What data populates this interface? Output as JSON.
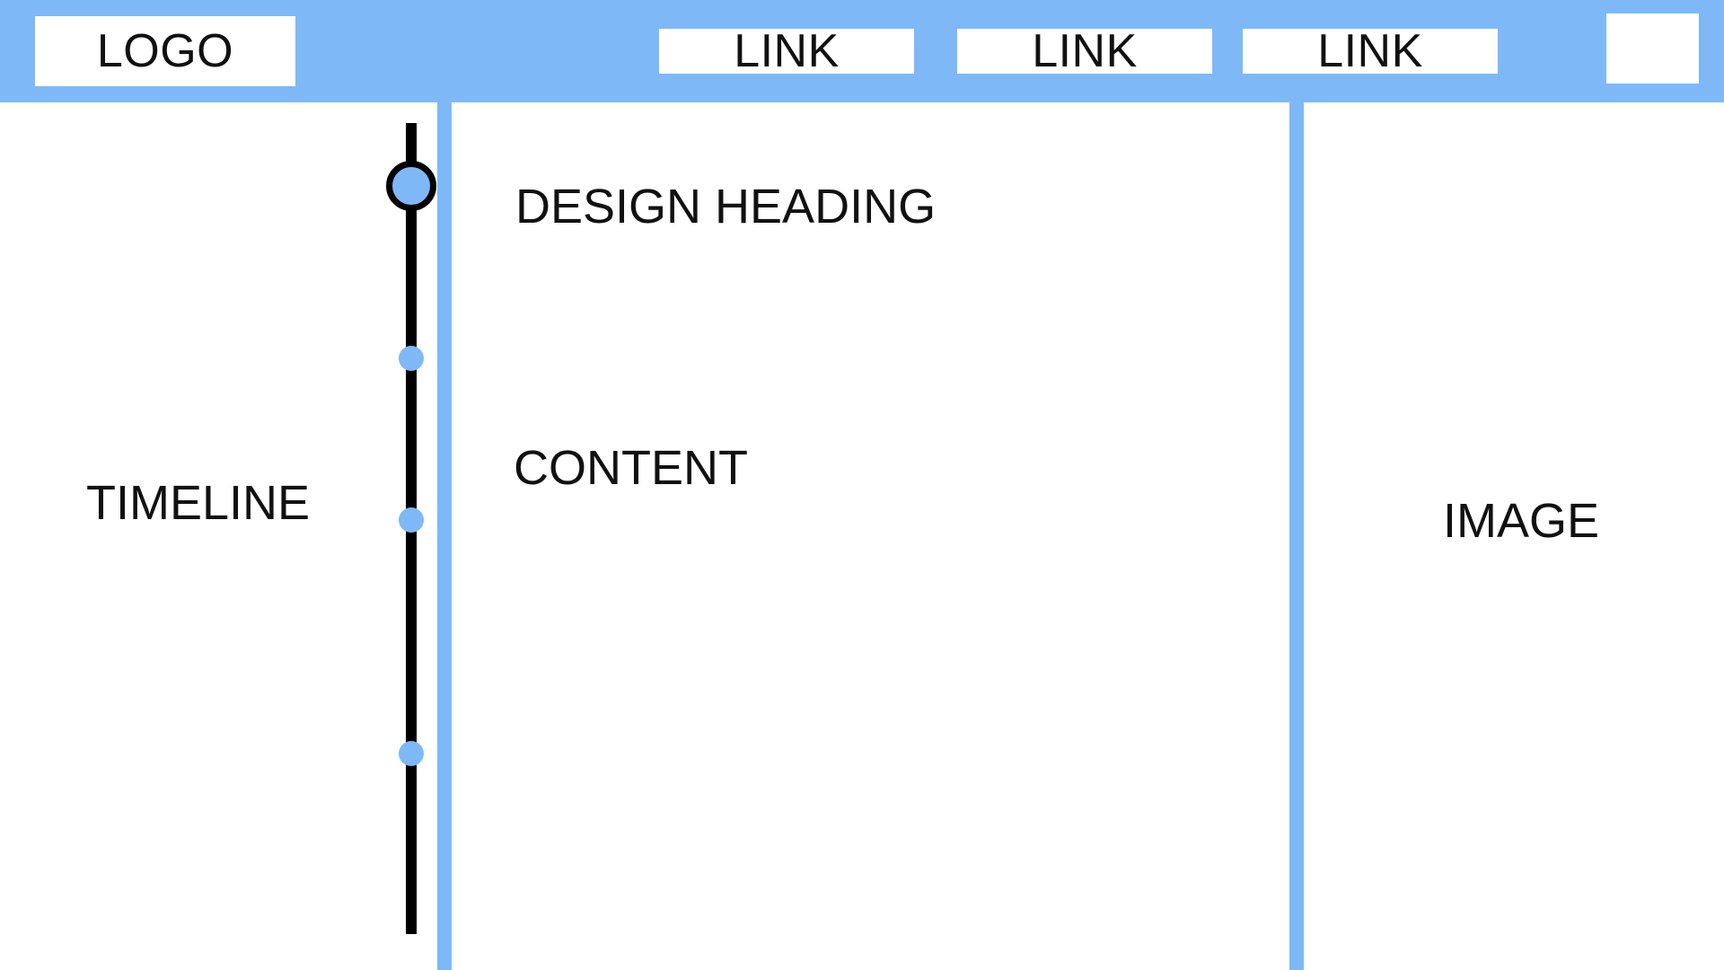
{
  "header": {
    "logo_label": "LOGO",
    "links": [
      {
        "label": "LINK"
      },
      {
        "label": "LINK"
      },
      {
        "label": "LINK"
      }
    ],
    "icon_box": ""
  },
  "sidebar": {
    "timeline_label": "TIMELINE",
    "nodes": [
      {
        "state": "active"
      },
      {
        "state": "inactive"
      },
      {
        "state": "inactive"
      },
      {
        "state": "inactive"
      }
    ]
  },
  "main": {
    "heading": "DESIGN HEADING",
    "content_label": "CONTENT"
  },
  "aside": {
    "image_label": "IMAGE"
  },
  "colors": {
    "accent": "#7fb8f7",
    "background": "#ffffff",
    "line": "#000000",
    "text": "#111111"
  }
}
